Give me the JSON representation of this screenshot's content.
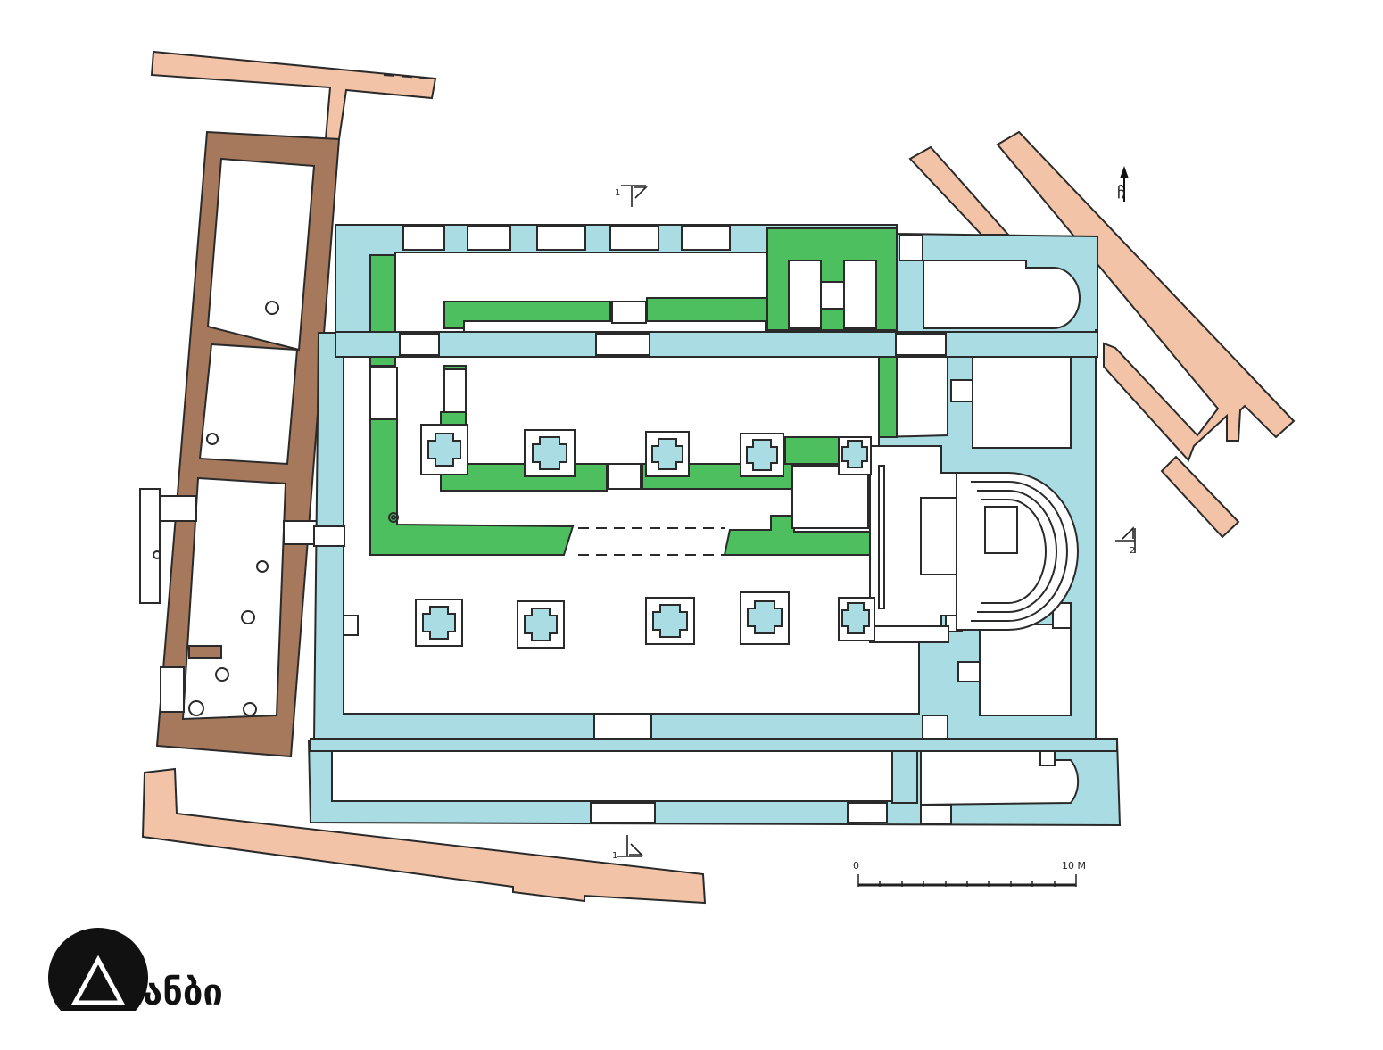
{
  "colors": {
    "background": "#ffffff",
    "wall_outline": "#2a2a2a",
    "light_blue_phase": "#aadde3",
    "green_phase": "#4dbf5f",
    "dark_brown_phase": "#a6795c",
    "light_brown_phase": "#f2c3a6",
    "logo": "#111111"
  },
  "markers": {
    "section_1_top": "1",
    "section_1_bottom": "1",
    "section_2_right": "2"
  },
  "north": {
    "label": "ჩ"
  },
  "scale": {
    "start_label": "0",
    "end_label": "10 M"
  },
  "logo": {
    "text": "ანბი",
    "icon": "triangle-in-circle-icon"
  }
}
